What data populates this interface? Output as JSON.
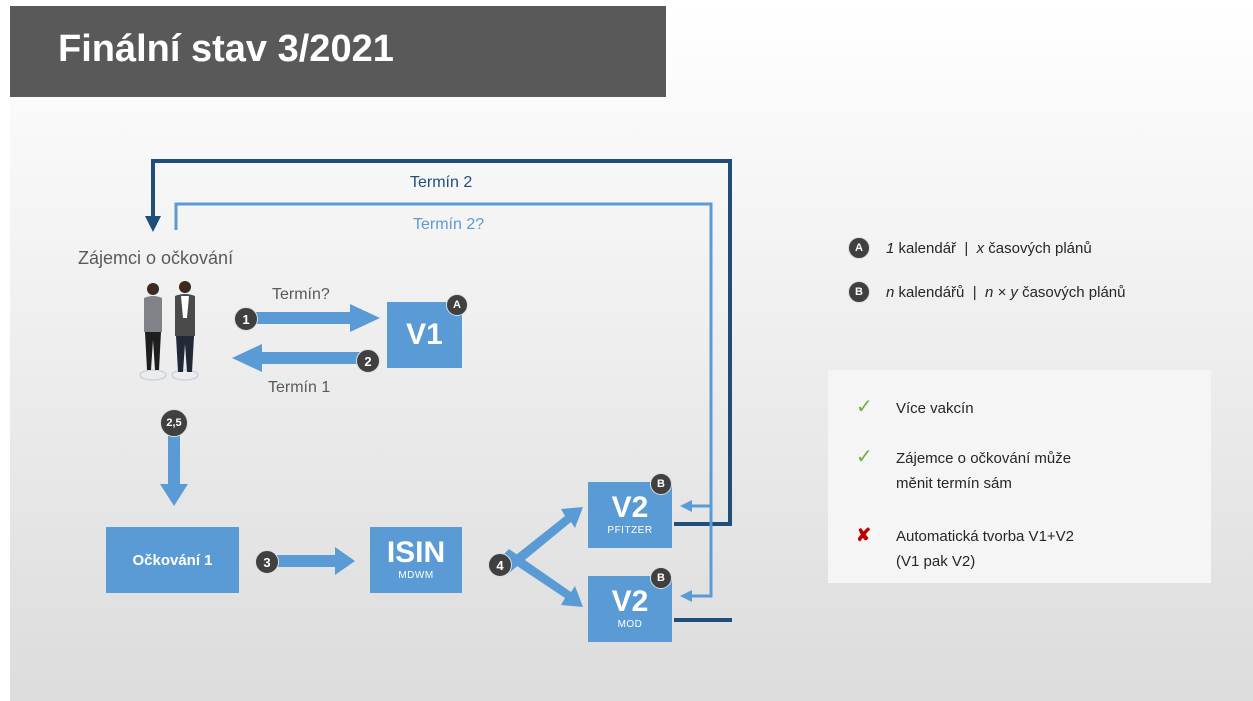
{
  "title": "Finální stav 3/2021",
  "labels": {
    "termin2": "Termín 2",
    "termin2q": "Termín 2?",
    "zajemci": "Zájemci o očkování",
    "termin_q": "Termín?",
    "termin1": "Termín 1"
  },
  "boxes": {
    "v1": "V1",
    "ockovani1": "Očkování 1",
    "isin": "ISIN",
    "isin_sub": "MDWM",
    "v2_top": "V2",
    "v2_top_sub": "PFITZER",
    "v2_bottom": "V2",
    "v2_bottom_sub": "MOD"
  },
  "step_markers": [
    "1",
    "2",
    "2,5",
    "3",
    "4"
  ],
  "badges": {
    "a": "A",
    "b": "B"
  },
  "legend": {
    "a_count": "1",
    "a_text1": " kalendář  |  ",
    "a_var": "x",
    "a_text2": " časových plánů",
    "b_count": "n",
    "b_text1": " kalendářů  |  ",
    "b_var": "n × y",
    "b_text2": " časových plánů"
  },
  "features": [
    {
      "mark": "check",
      "line1": "Více vakcín",
      "line2": ""
    },
    {
      "mark": "check",
      "line1": "Zájemce o očkování může",
      "line2": "měnit termín sám"
    },
    {
      "mark": "cross",
      "line1": "Automatická tvorba V1+V2",
      "line2": "(V1 pak V2)"
    }
  ],
  "colors": {
    "box": "#5b9bd5",
    "dark_line": "#1f4e79",
    "light_line": "#5b9bd5",
    "title_bg": "#595959",
    "marker": "#404040",
    "check": "#70ad47",
    "cross": "#c00000"
  },
  "icons": [
    "people-icon",
    "check-icon",
    "cross-icon"
  ]
}
